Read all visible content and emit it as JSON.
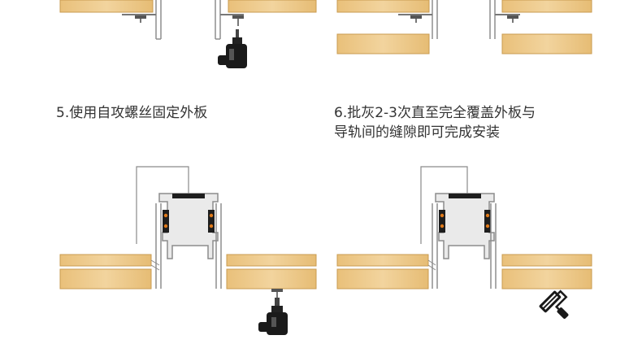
{
  "steps": [
    {
      "caption_lines": [
        "5.使用自攻螺丝固定外板"
      ],
      "tool": "drill"
    },
    {
      "caption_lines": [
        "6.批灰2-3次直至完全覆盖外板与",
        "导轨间的缝隙即可完成安装"
      ],
      "tool": "paint-roller"
    }
  ],
  "colors": {
    "wood": "#EECB8B",
    "wood_edge": "#C99B50",
    "profile": "#9A9A9A",
    "profile_fill": "#E6E6E6",
    "led": "#E07A1A",
    "text": "#333333"
  }
}
